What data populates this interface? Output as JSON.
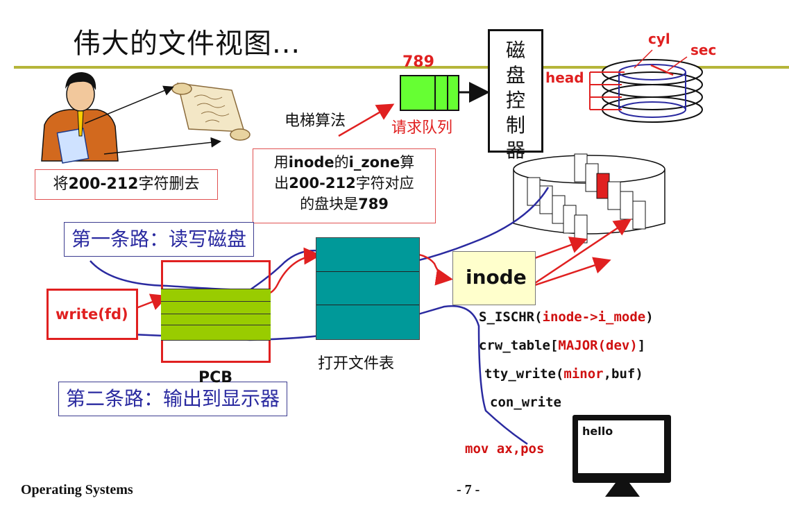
{
  "title": "伟大的文件视图...",
  "delete_box": {
    "prefix": "将",
    "range": "200-212",
    "suffix": "字符删去"
  },
  "inode_note": {
    "line1": {
      "pre": "用",
      "b1": "inode",
      "mid": "的",
      "b2": "i_zone",
      "post": "算"
    },
    "line2": {
      "pre": "出",
      "b1": "200-212",
      "post": "字符对应"
    },
    "line3": {
      "pre": "的盘块是",
      "b1": "789"
    }
  },
  "path_disk": "第一条路：读写磁盘",
  "path_display": "第二条路：输出到显示器",
  "write_label": "write(fd)",
  "pcb_label": "PCB",
  "open_file_table_label": "打开文件表",
  "inode_label": "inode",
  "code_lines": [
    {
      "before": "S_ISCHR(",
      "red": "inode->i_mode",
      "after": ")"
    },
    {
      "before": "crw_table[",
      "red": "MAJOR(dev)",
      "after": "]"
    },
    {
      "before": "tty_write(",
      "red": "minor",
      "after": ",buf)"
    },
    {
      "before": "con_write",
      "red": "",
      "after": ""
    }
  ],
  "mov_line": "mov ax,pos",
  "queue": {
    "number": "789",
    "label": "请求队列"
  },
  "elevator_label": "电梯算法",
  "controller_label": [
    "磁",
    "盘",
    "控",
    "制",
    "器"
  ],
  "disk_labels": {
    "cyl": "cyl",
    "sec": "sec",
    "head": "head"
  },
  "monitor_text": "hello",
  "footer": {
    "course": "Operating Systems",
    "page": "- 7 -"
  },
  "colors": {
    "accent_red": "#e02020",
    "path_blue": "#2a2aa0",
    "pcb_green": "#99cc00",
    "table_teal": "#009999",
    "queue_green": "#66ff33",
    "inode_yellow": "#ffffcc",
    "rule_olive": "#b5b53a"
  }
}
